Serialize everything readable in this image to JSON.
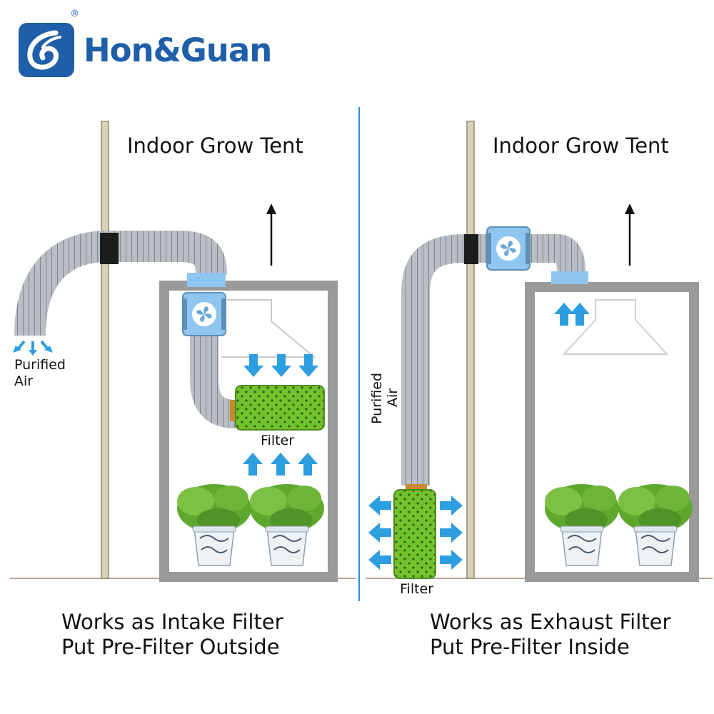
{
  "brand": {
    "name": "Hon&Guan",
    "registered_mark": "®"
  },
  "colors": {
    "brand_blue": "#1f5ea8",
    "divider_blue": "#2f8fd6",
    "arrow_blue": "#2d9ee0",
    "filter_green": "#72c22e",
    "duct_gray": "#a9aeb4",
    "tent_gray": "#9a9a9a",
    "wall_beige": "#d9d2b8",
    "fan_blue": "#8ec6ef"
  },
  "panels": [
    {
      "title": "Indoor Grow Tent",
      "air_label_line1": "Purified",
      "air_label_line2": "Air",
      "filter_label": "Filter",
      "caption_line1": "Works as Intake Filter",
      "caption_line2": "Put Pre-Filter Outside"
    },
    {
      "title": "Indoor Grow Tent",
      "air_label_line1": "Purified",
      "air_label_line2": "Air",
      "filter_label": "Filter",
      "caption_line1": "Works as Exhaust Filter",
      "caption_line2": "Put Pre-Filter Inside"
    }
  ],
  "icons": [
    "fan-icon",
    "filter-icon",
    "plant-icon",
    "up-arrow-icon",
    "airflow-arrow-icon"
  ]
}
